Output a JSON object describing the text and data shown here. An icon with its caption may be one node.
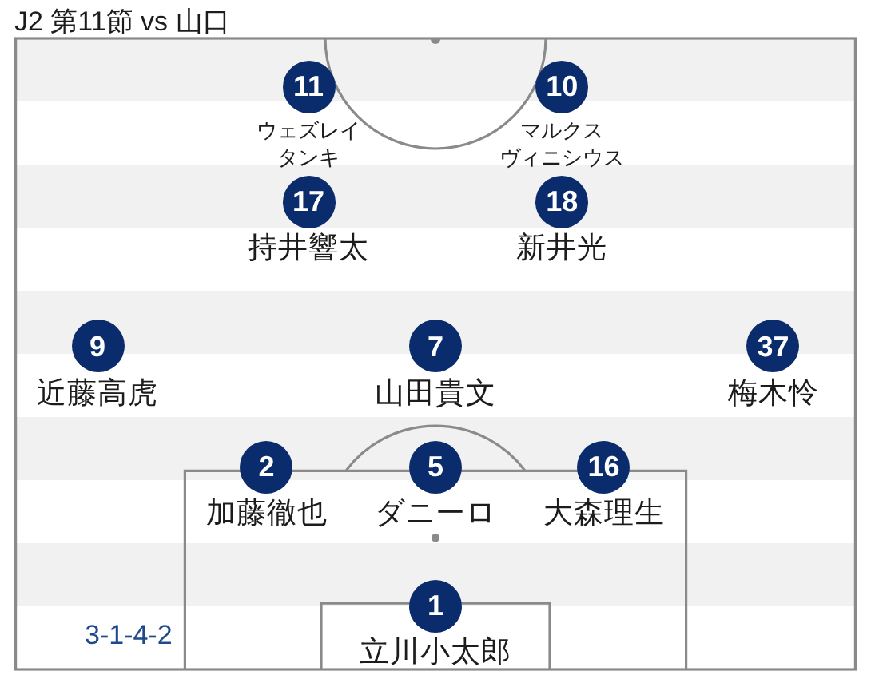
{
  "diagram": {
    "title": "J2 第11節 vs 山口",
    "nodes": [
      {
        "text": [
          "11"
        ],
        "beside": [
          "ウェズレイタンキ"
        ]
      },
      {
        "text": [
          "10"
        ],
        "beside": [
          "マルクスヴィニシウス"
        ]
      },
      {
        "text": [
          "17"
        ],
        "beside": [
          "持井響太"
        ]
      },
      {
        "text": [
          "18"
        ],
        "beside": [
          "新井光"
        ]
      },
      {
        "text": [
          "9"
        ],
        "beside": [
          "近藤高虎"
        ]
      },
      {
        "text": [
          "7"
        ],
        "beside": [
          "山田貴文"
        ]
      },
      {
        "text": [
          "37"
        ],
        "beside": [
          "梅木怜"
        ]
      },
      {
        "text": [
          "2"
        ],
        "beside": [
          "加藤徹也"
        ]
      },
      {
        "text": [
          "5"
        ],
        "beside": [
          "ダニーロ"
        ]
      },
      {
        "text": [
          "16"
        ],
        "beside": [
          "大森理生"
        ]
      },
      {
        "text": [
          "1"
        ],
        "beside": [
          "立川小太郎"
        ]
      }
    ],
    "labels": [
      "3-1-4-2"
    ]
  }
}
